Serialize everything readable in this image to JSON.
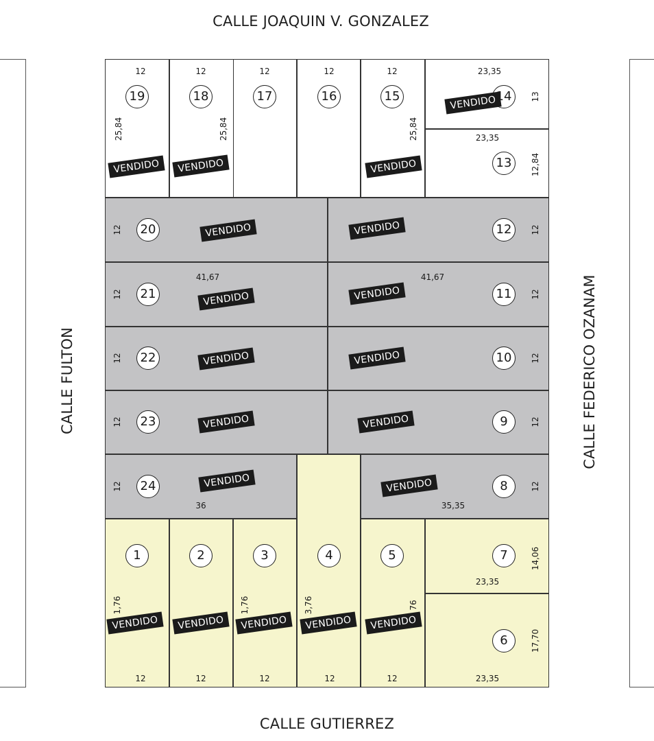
{
  "streets": {
    "top": "CALLE JOAQUIN V. GONZALEZ",
    "bottom": "CALLE GUTIERREZ",
    "left": "CALLE FULTON",
    "right": "CALLE FEDERICO OZANAM"
  },
  "sold_label": "VENDIDO",
  "status_colors": {
    "white": "#ffffff",
    "gray": "#c3c3c5",
    "yellow": "#f6f5cd"
  },
  "lots": [
    {
      "number": "19",
      "status": "white",
      "sold": true,
      "labels": [
        "12",
        "25,84"
      ]
    },
    {
      "number": "18",
      "status": "white",
      "sold": true,
      "labels": [
        "12",
        "25,84"
      ]
    },
    {
      "number": "17",
      "status": "white",
      "sold": false,
      "labels": [
        "12"
      ]
    },
    {
      "number": "16",
      "status": "white",
      "sold": false,
      "labels": [
        "12"
      ]
    },
    {
      "number": "15",
      "status": "white",
      "sold": true,
      "labels": [
        "12",
        "25,84"
      ]
    },
    {
      "number": "14",
      "status": "white",
      "sold": true,
      "labels": [
        "23,35",
        "13"
      ]
    },
    {
      "number": "13",
      "status": "white",
      "sold": false,
      "labels": [
        "23,35",
        "12,84"
      ]
    },
    {
      "number": "20",
      "status": "gray",
      "sold": true,
      "labels": [
        "12"
      ]
    },
    {
      "number": "12",
      "status": "gray",
      "sold": true,
      "labels": [
        "12"
      ]
    },
    {
      "number": "21",
      "status": "gray",
      "sold": true,
      "labels": [
        "12",
        "41,67"
      ]
    },
    {
      "number": "11",
      "status": "gray",
      "sold": true,
      "labels": [
        "12",
        "41,67"
      ]
    },
    {
      "number": "22",
      "status": "gray",
      "sold": true,
      "labels": [
        "12"
      ]
    },
    {
      "number": "10",
      "status": "gray",
      "sold": true,
      "labels": [
        "12"
      ]
    },
    {
      "number": "23",
      "status": "gray",
      "sold": true,
      "labels": [
        "12"
      ]
    },
    {
      "number": "9",
      "status": "gray",
      "sold": true,
      "labels": [
        "12"
      ]
    },
    {
      "number": "24",
      "status": "gray",
      "sold": true,
      "labels": [
        "12",
        "36"
      ]
    },
    {
      "number": "8",
      "status": "gray",
      "sold": true,
      "labels": [
        "12",
        "35,35"
      ]
    },
    {
      "number": "1",
      "status": "yellow",
      "sold": true,
      "labels": [
        "12",
        "1,76"
      ]
    },
    {
      "number": "2",
      "status": "yellow",
      "sold": true,
      "labels": [
        "12"
      ]
    },
    {
      "number": "3",
      "status": "yellow",
      "sold": true,
      "labels": [
        "12",
        "1,76"
      ]
    },
    {
      "number": "4",
      "status": "yellow",
      "sold": true,
      "labels": [
        "12",
        "3,76"
      ]
    },
    {
      "number": "5",
      "status": "yellow",
      "sold": true,
      "labels": [
        "12",
        "76"
      ]
    },
    {
      "number": "7",
      "status": "yellow",
      "sold": false,
      "labels": [
        "23,35",
        "14,06"
      ]
    },
    {
      "number": "6",
      "status": "yellow",
      "sold": false,
      "labels": [
        "23,35",
        "17,70"
      ]
    }
  ]
}
